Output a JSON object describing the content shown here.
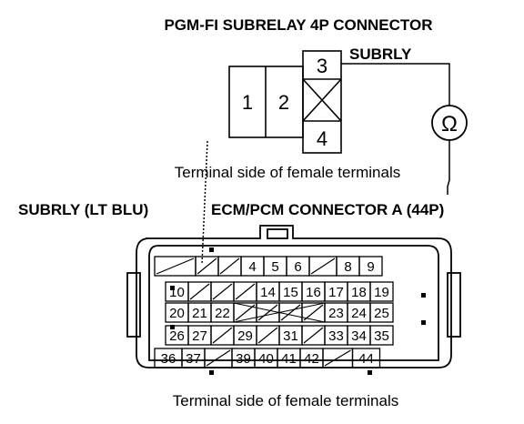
{
  "subrelay": {
    "title": "PGM-FI SUBRELAY 4P CONNECTOR",
    "pin_label": "SUBRLY",
    "pins": [
      "1",
      "2",
      "3",
      "4"
    ],
    "caption": "Terminal side of female terminals"
  },
  "meter": {
    "symbol": "Ω"
  },
  "ecm": {
    "wire_label": "SUBRLY (LT BLU)",
    "title": "ECM/PCM CONNECTOR A (44P)",
    "caption": "Terminal side of female terminals",
    "rows": [
      [
        "",
        "",
        "",
        "4",
        "5",
        "6",
        "",
        "8",
        "9"
      ],
      [
        "10",
        "",
        "",
        "",
        "14",
        "15",
        "16",
        "17",
        "18",
        "19"
      ],
      [
        "20",
        "21",
        "22",
        "",
        "",
        "",
        "",
        "23",
        "24",
        "25"
      ],
      [
        "26",
        "27",
        "",
        "29",
        "",
        "31",
        "",
        "33",
        "34",
        "35"
      ],
      [
        "36",
        "37",
        "",
        "39",
        "40",
        "41",
        "42",
        "",
        "44"
      ]
    ]
  }
}
